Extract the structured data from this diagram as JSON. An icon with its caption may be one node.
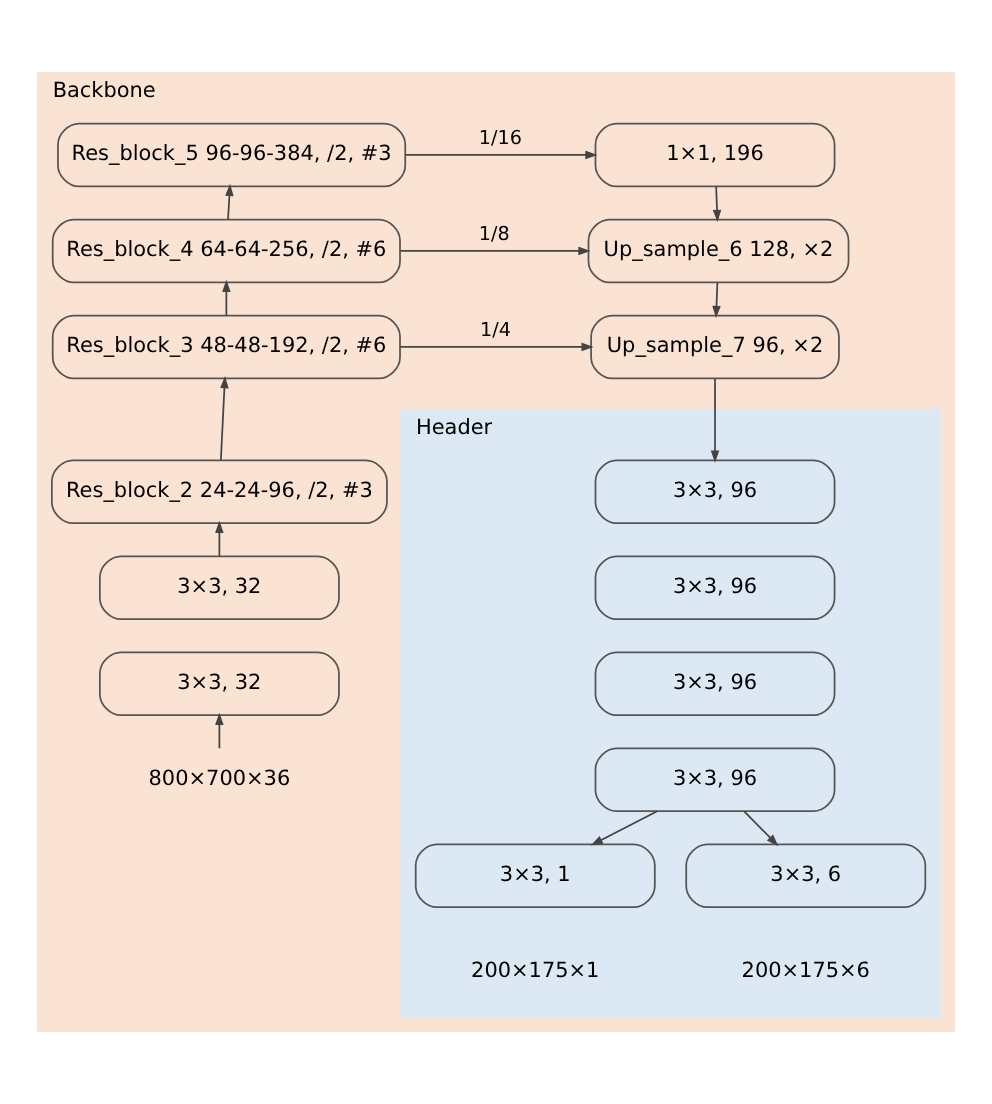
{
  "diagram": {
    "nodes": [
      {
        "text": [
          "Backbone"
        ]
      },
      {
        "text": [
          "Res_block_5 96-96-384, /2, #3"
        ],
        "in": 0
      },
      {
        "text": [
          "Res_block_4 64-64-256, /2, #6"
        ],
        "in": 0
      },
      {
        "text": [
          "Res_block_3 48-48-192, /2, #6"
        ],
        "in": 0
      },
      {
        "text": [
          "Res_block_2 24-24-96, /2, #3"
        ],
        "in": 0
      },
      {
        "text": [
          "3×3, 32"
        ],
        "in": 0
      },
      {
        "text": [
          "3×3, 32"
        ],
        "in": 0
      },
      {
        "text": [
          "1×1, 196"
        ],
        "in": 0
      },
      {
        "text": [
          "Up_sample_6 128, ×2"
        ],
        "in": 0
      },
      {
        "text": [
          "Up_sample_7 96, ×2"
        ],
        "in": 0
      },
      {
        "text": [
          "Header"
        ],
        "in": 0
      },
      {
        "text": [
          "3×3, 96"
        ],
        "in": 10
      },
      {
        "text": [
          "3×3, 96"
        ],
        "in": 10
      },
      {
        "text": [
          "3×3, 96"
        ],
        "in": 10
      },
      {
        "text": [
          "3×3, 96"
        ],
        "in": 10
      },
      {
        "text": [
          "3×3, 1"
        ],
        "in": 10
      },
      {
        "text": [
          "3×3, 6"
        ],
        "in": 10
      },
      {
        "text": [
          "800×700×36"
        ],
        "in": 0
      }
    ],
    "edges": [
      {
        "from": 17,
        "to": 6,
        "arrow": "to"
      },
      {
        "from": 5,
        "to": 4,
        "arrow": "to"
      },
      {
        "from": 4,
        "to": 3,
        "arrow": "to"
      },
      {
        "from": 3,
        "to": 2,
        "arrow": "to"
      },
      {
        "from": 2,
        "to": 1,
        "arrow": "to"
      },
      {
        "from": 1,
        "to": 7,
        "arrow": "to",
        "label": "1/16"
      },
      {
        "from": 2,
        "to": 8,
        "arrow": "to",
        "label": "1/8"
      },
      {
        "from": 3,
        "to": 9,
        "arrow": "to",
        "label": "1/4"
      },
      {
        "from": 7,
        "to": 8,
        "arrow": "to"
      },
      {
        "from": 8,
        "to": 9,
        "arrow": "to"
      },
      {
        "from": 9,
        "to": 11,
        "arrow": "to"
      },
      {
        "from": 14,
        "to": 15,
        "arrow": "to"
      },
      {
        "from": 14,
        "to": 16,
        "arrow": "to"
      }
    ],
    "labels": [
      "200×175×1",
      "200×175×6"
    ]
  }
}
